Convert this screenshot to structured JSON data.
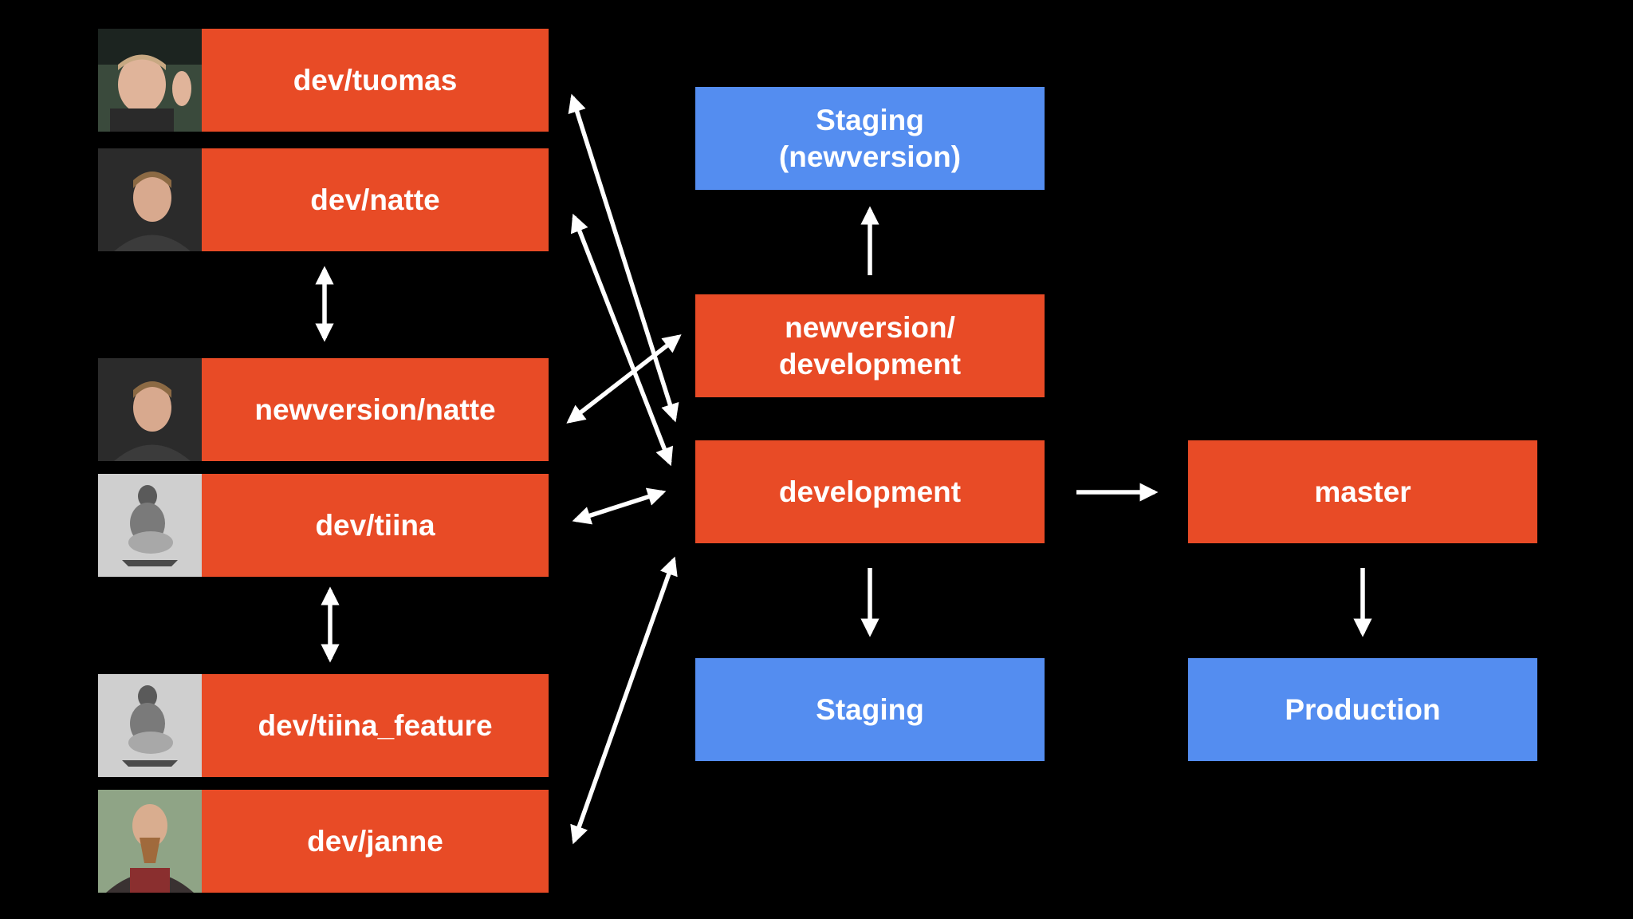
{
  "colors": {
    "background": "#000000",
    "branch_box": "#E84B26",
    "environment_box": "#548DF0",
    "arrow": "#FFFFFF",
    "text": "#FFFFFF"
  },
  "developer_branches": [
    {
      "label": "dev/tuomas",
      "avatar_icon": "person-tuomas-photo"
    },
    {
      "label": "dev/natte",
      "avatar_icon": "person-natte-photo"
    },
    {
      "label": "newversion/natte",
      "avatar_icon": "person-natte-photo"
    },
    {
      "label": "dev/tiina",
      "avatar_icon": "person-tiina-photo"
    },
    {
      "label": "dev/tiina_feature",
      "avatar_icon": "person-tiina-photo"
    },
    {
      "label": "dev/janne",
      "avatar_icon": "person-janne-photo"
    }
  ],
  "main_branches": {
    "staging_newversion": "Staging\n(newversion)",
    "newversion_development": "newversion/\ndevelopment",
    "development": "development",
    "staging": "Staging",
    "master": "master",
    "production": "Production"
  }
}
